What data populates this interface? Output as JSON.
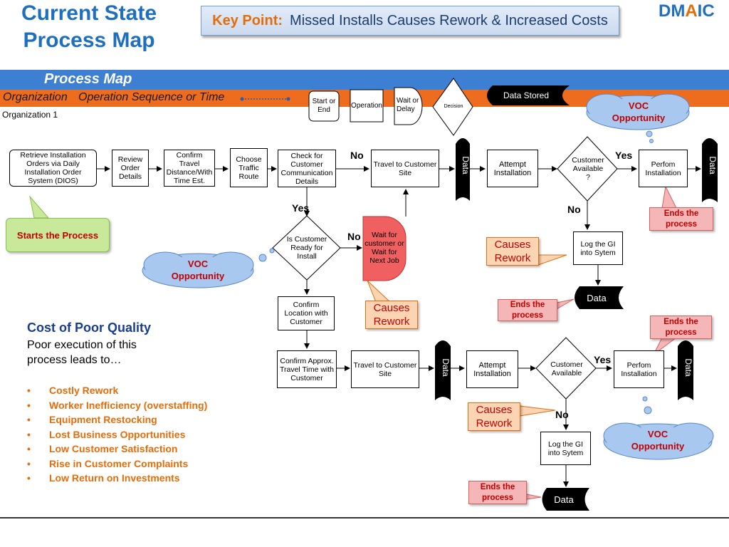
{
  "header": {
    "title_line1": "Current State",
    "title_line2": "Process Map",
    "key_point_label": "Key Point:",
    "key_point_text": "Missed Installs Causes Rework & Increased Costs",
    "brand_part1": "DM",
    "brand_part2": "A",
    "brand_part3": "IC"
  },
  "bars": {
    "process_map": "Process Map",
    "organization": "Organization",
    "operation_sequence": "Operation Sequence or Time",
    "organization_1": "Organization 1"
  },
  "legend": {
    "start_end": "Start or End",
    "operation": "Operation",
    "wait_delay": "Wait or Delay",
    "decision": "Decision",
    "data_stored": "Data Stored"
  },
  "flow": {
    "retrieve_orders": "Retrieve Installation Orders via Daily Installation Order System (DIOS)",
    "review_order": "Review Order Details",
    "confirm_travel": "Confirm Travel Distance/With Time Est.",
    "choose_route": "Choose Traffic Route",
    "check_comm": "Check for Customer Communication Details",
    "travel_site_1": "Travel to Customer Site",
    "attempt_install_1": "Attempt Installation",
    "customer_available_1": "Customer Available ?",
    "perform_install_1": "Perfom Installation",
    "log_gi_1": "Log the GI into Sytem",
    "is_ready": "Is Customer Ready for Install",
    "wait_customer": "Wait for customer or Wait for Next Job",
    "confirm_location": "Confirm Location with Customer",
    "confirm_time": "Confirm Approx. Travel Time with Customer",
    "travel_site_2": "Travel to Customer Site",
    "attempt_install_2": "Attempt Installation",
    "customer_available_2": "Customer Available",
    "perform_install_2": "Perfom Installation",
    "log_gi_2": "Log the GI into Sytem",
    "data_label": "Data",
    "yes": "Yes",
    "no": "No"
  },
  "callouts": {
    "voc": "VOC Opportunity",
    "causes_rework": "Causes Rework",
    "ends_process": "Ends the process",
    "starts_process": "Starts the Process"
  },
  "copq": {
    "title": "Cost of Poor Quality",
    "subtitle": "Poor execution of this process leads to…",
    "items": [
      "Costly Rework",
      "Worker Inefficiency (overstaffing)",
      "Equipment Restocking",
      "Lost Business Opportunities",
      "Low Customer Satisfaction",
      "Rise in Customer Complaints",
      "Low Return on Investments"
    ]
  },
  "colors": {
    "title_blue": "#1f6fc0",
    "accent_orange": "#e46c0a",
    "bar_blue": "#3d7fd3",
    "bar_orange": "#ee6c1e",
    "alert_red": "#c00000"
  }
}
